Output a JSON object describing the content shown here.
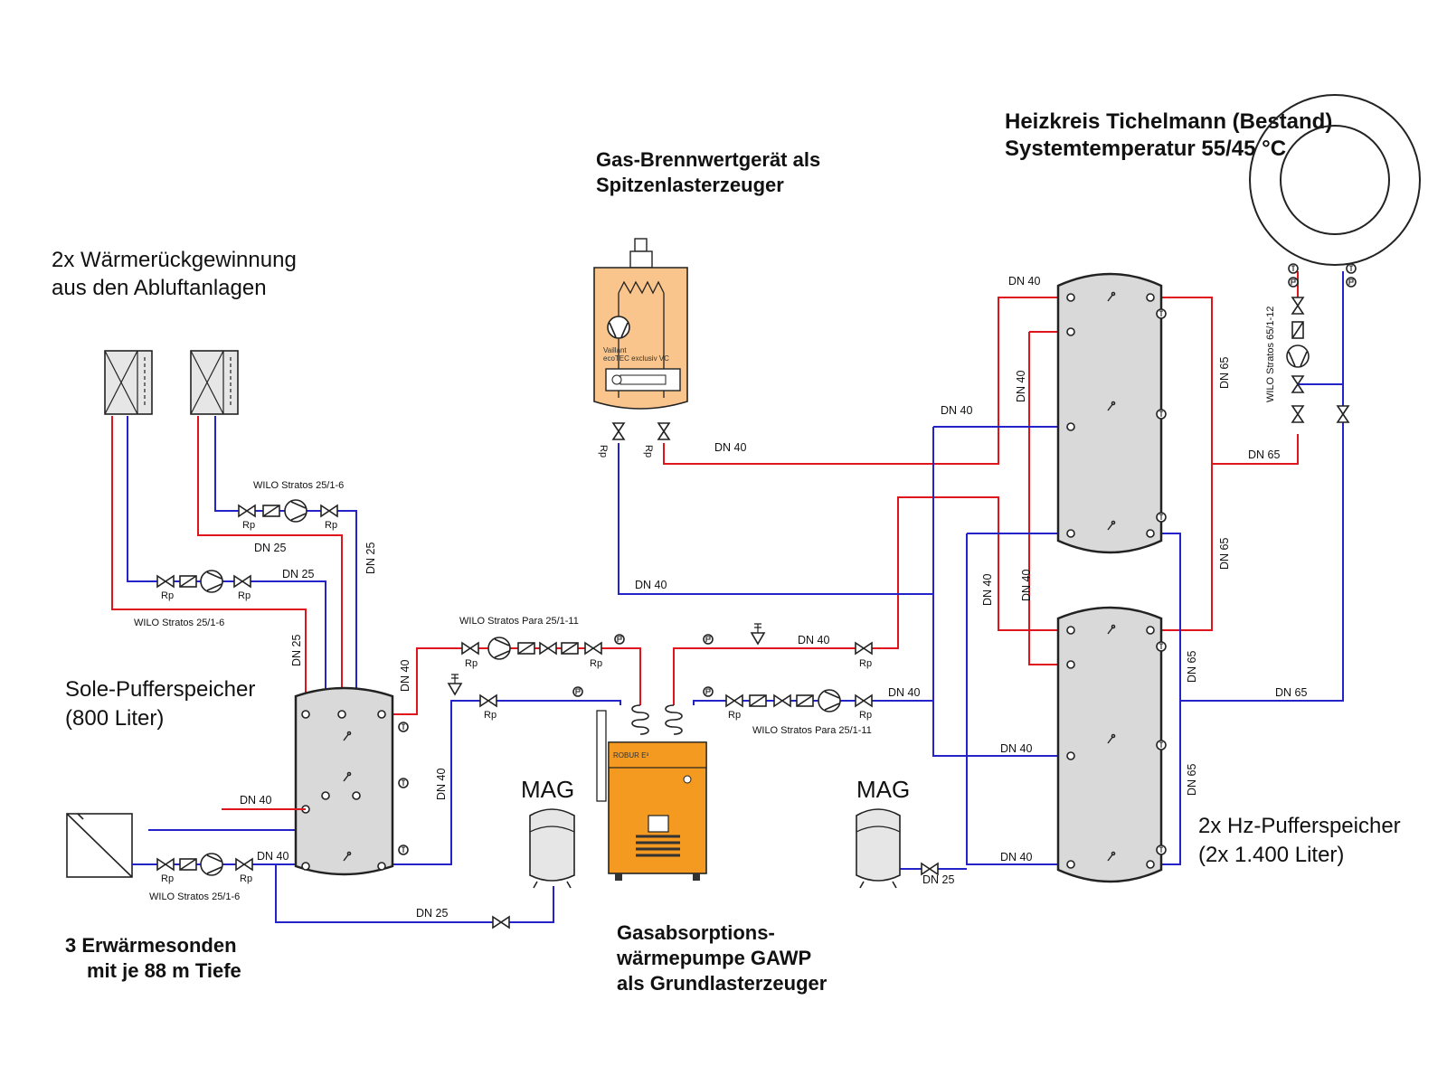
{
  "titles": {
    "waermerueck_1": "2x Wärmerückgewinnung",
    "waermerueck_2": "aus den Abluftanlagen",
    "gasbrenn_1": "Gas-Brennwertgerät als",
    "gasbrenn_2": "Spitzenlasterzeuger",
    "heizkreis_1": "Heizkreis Tichelmann (Bestand)",
    "heizkreis_2": "Systemtemperatur 55/45 °C",
    "sole_1": "Sole-Pufferspeicher",
    "sole_2": "(800 Liter)",
    "hz_1": "2x Hz-Pufferspeicher",
    "hz_2": "(2x 1.400 Liter)",
    "sonden_1": "3 Erwärmesonden",
    "sonden_2": "mit je 88 m Tiefe",
    "gawp_1": "Gasabsorptions-",
    "gawp_2": "wärmepumpe GAWP",
    "gawp_3": "als Grundlasterzeuger",
    "mag_left": "MAG",
    "mag_right": "MAG"
  },
  "devices": {
    "vaillant_brand": "Vaillant",
    "vaillant_model": "ecoTEC exclusiv VC",
    "robur": "ROBUR E³"
  },
  "pumps": {
    "wilo_25_top": "WILO Stratos 25/1-6",
    "wilo_25_mid": "WILO Stratos 25/1-6",
    "wilo_25_bottom": "WILO Stratos 25/1-6",
    "wilo_para_left": "WILO Stratos Para 25/1-11",
    "wilo_para_right": "WILO Stratos Para 25/1-11",
    "wilo_65": "WILO Stratos 65/1-12"
  },
  "valve_label": "Rp",
  "dims": {
    "dn25": "DN 25",
    "dn40": "DN 40",
    "dn65": "DN 65"
  }
}
